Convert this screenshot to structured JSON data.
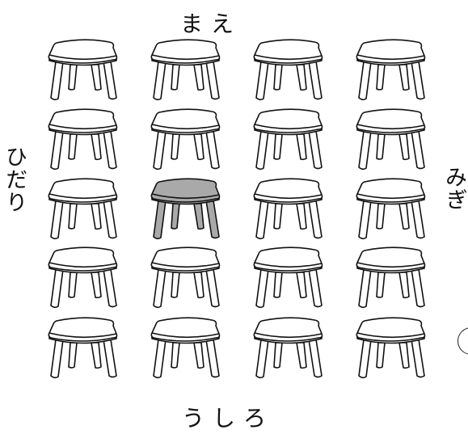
{
  "directions": {
    "front": "まえ",
    "back": "うしろ",
    "left": "ひだり",
    "right": "みぎ"
  },
  "grid": {
    "rows": 5,
    "columns": 4,
    "highlighted": {
      "row": 3,
      "column": 2
    }
  },
  "colors": {
    "stool_fill": "#ffffff",
    "highlight_fill": "#a9a9a9",
    "outline": "#111111"
  }
}
